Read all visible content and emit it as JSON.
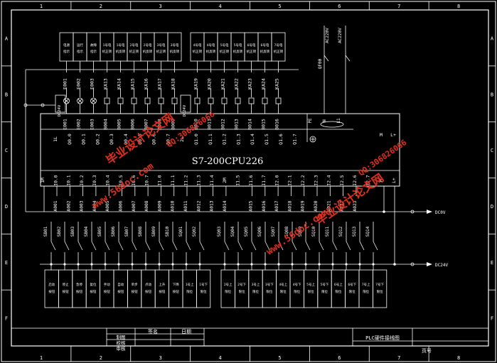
{
  "frame": {
    "columns": [
      "1",
      "2",
      "3",
      "4",
      "5",
      "6",
      "7",
      "8"
    ],
    "rows": [
      "A",
      "B",
      "C",
      "D",
      "E",
      "F"
    ]
  },
  "plc": {
    "model": "S7-200CPU226",
    "top_outputs": [
      "1L",
      "Q0.0",
      "Q0.1",
      "Q0.2",
      "Q0.3",
      "Q0.4",
      "Q0.5",
      "Q0.6",
      "Q0.7",
      "2L",
      "Q1.0",
      "Q1.1",
      "Q1.2",
      "Q1.3",
      "Q1.4",
      "Q1.5",
      "Q1.6",
      "Q1.7"
    ],
    "top_extra": [
      "M",
      "L+"
    ],
    "bottom_inputs": [
      "1M",
      "I0.0",
      "I0.1",
      "I0.2",
      "I0.3",
      "I0.4",
      "I0.5",
      "I0.6",
      "I0.7",
      "I1.0",
      "I1.1",
      "I1.2",
      "I1.3",
      "I1.4",
      "2M",
      "I1.5",
      "I1.6",
      "I1.7",
      "I2.0",
      "I2.1",
      "I2.2",
      "I2.3",
      "I2.4",
      "I2.5",
      "I2.6",
      "I2.7",
      "M",
      "L+"
    ]
  },
  "outputs": {
    "components": [
      "E001",
      "E002",
      "E003",
      "KA13",
      "KA14",
      "KA15",
      "KA16",
      "KA17",
      "KA18",
      "KA19",
      "KA20",
      "KA21",
      "KA22",
      "KA23",
      "KA24",
      "KA25"
    ],
    "addresses": [
      "E001",
      "E002",
      "E003",
      "B004",
      "B005",
      "B006",
      "B007",
      "B008",
      "B009",
      "B010",
      "B011",
      "B012",
      "B013",
      "B014",
      "B015",
      "B016"
    ],
    "power_labels": [
      "DC24V",
      "DC24V"
    ],
    "descriptions": [
      "电源指示",
      "运行指示",
      "故障指示",
      "1号电机正转",
      "1号电机反转",
      "2号电机正转",
      "2号电机反转",
      "3号电机正转",
      "3号电机反转",
      "4号电机正转",
      "4号电机反转",
      "5号电机正转",
      "5号电机反转",
      "6号电机正转",
      "6号电机反转",
      "7号电机正转"
    ]
  },
  "inputs": {
    "addresses": [
      "A001",
      "A002",
      "A003",
      "A004",
      "A005",
      "A006",
      "A007",
      "A008",
      "A009",
      "A010",
      "A011",
      "A012",
      "A013",
      "A014",
      "A015",
      "A016",
      "A017",
      "A018",
      "A019",
      "A020",
      "A021",
      "A022",
      "A023"
    ],
    "switches": [
      "SB01",
      "SB02",
      "SB03",
      "SB04",
      "SB05",
      "SB06",
      "SB07",
      "SB08",
      "SB09",
      "SB10",
      "SQ01",
      "SQ02",
      "SQ03",
      "SQ04",
      "SQ05",
      "SQ06",
      "SQ07",
      "SQ08",
      "SQ09",
      "SQ10",
      "SQ11",
      "SQ12",
      "SQ13",
      "SQ14"
    ],
    "descriptions": [
      "启动按钮",
      "停止按钮",
      "急停按钮",
      "复位按钮",
      "手动按钮",
      "自动按钮",
      "单步按钮",
      "点动按钮",
      "上升按钮",
      "下降按钮",
      "1号上限位",
      "1号下限位",
      "2号上限位",
      "2号下限位",
      "3号上限位",
      "3号下限位",
      "4号上限位",
      "4号下限位",
      "5号上限位",
      "5号下限位",
      "6号上限位",
      "6号下限位",
      "7号上限位",
      "7号下限位"
    ]
  },
  "power": {
    "qf_label": "QF00",
    "supply_label": "AC220V",
    "l1": "L1",
    "n": "N",
    "pe": "PE",
    "dc0v": "DC0V",
    "dc24v": "DC24V"
  },
  "title_block": {
    "sign_header": "签名",
    "date_header": "日期",
    "rows": [
      "制图",
      "校核",
      "审核"
    ],
    "drawing_title": "PLC硬件接线图",
    "page_label": "页号"
  },
  "watermarks": {
    "text1": "毕业设计论文网",
    "text2": "www.56doc.com",
    "text3": "QQ:306826066"
  },
  "colors": {
    "background": "#000000",
    "line": "#ffffff",
    "watermark": "#e0301e"
  }
}
